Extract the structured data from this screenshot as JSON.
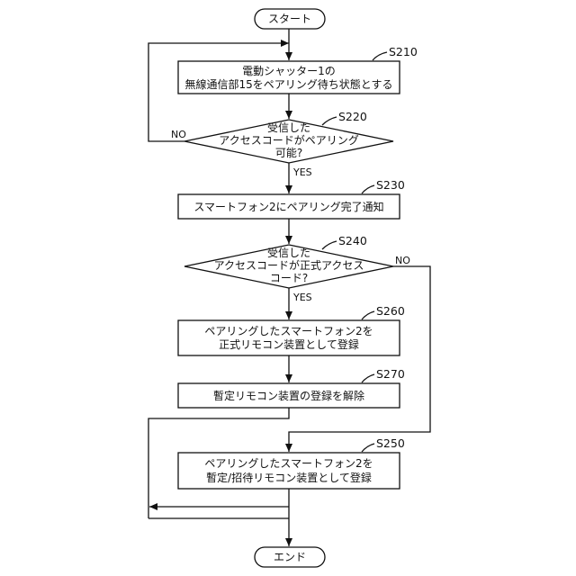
{
  "flowchart": {
    "start": "スタート",
    "end": "エンド",
    "s210": {
      "step": "S210",
      "lines": [
        "電動シャッター1の",
        "無線通信部15をペアリング待ち状態とする"
      ]
    },
    "s220": {
      "step": "S220",
      "lines": [
        "受信した",
        "アクセスコードがペアリング",
        "可能?"
      ],
      "no": "NO",
      "yes": "YES"
    },
    "s230": {
      "step": "S230",
      "lines": [
        "スマートフォン2にペアリング完了通知"
      ]
    },
    "s240": {
      "step": "S240",
      "lines": [
        "受信した",
        "アクセスコードが正式アクセス",
        "コード?"
      ],
      "no": "NO",
      "yes": "YES"
    },
    "s260": {
      "step": "S260",
      "lines": [
        "ペアリングしたスマートフォン2を",
        "正式リモコン装置として登録"
      ]
    },
    "s270": {
      "step": "S270",
      "lines": [
        "暫定リモコン装置の登録を解除"
      ]
    },
    "s250": {
      "step": "S250",
      "lines": [
        "ペアリングしたスマートフォン2を",
        "暫定/招待リモコン装置として登録"
      ]
    }
  }
}
